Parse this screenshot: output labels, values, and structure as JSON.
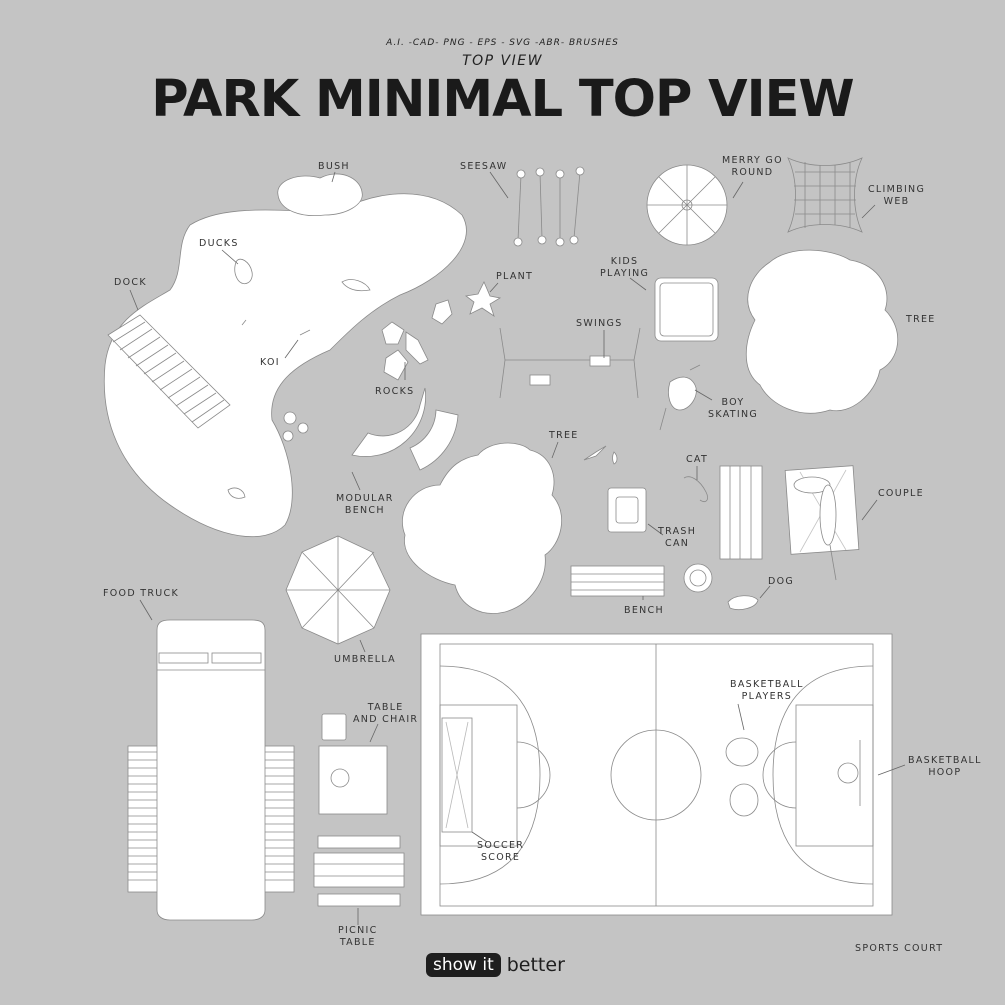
{
  "header": {
    "formats": "A.I. -CAD- PNG - EPS - SVG -ABR- BRUSHES",
    "subtitle": "TOP VIEW",
    "title": "PARK MINIMAL TOP VIEW"
  },
  "labels": {
    "bush": "BUSH",
    "seesaw": "SEESAW",
    "merry_go_round": [
      "MERRY GO",
      "ROUND"
    ],
    "climbing_web": [
      "CLIMBING",
      "WEB"
    ],
    "ducks": "DUCKS",
    "dock": "DOCK",
    "plant": "PLANT",
    "kids_playing": [
      "KIDS",
      "PLAYING"
    ],
    "tree_right": "TREE",
    "swings": "SWINGS",
    "koi": "KOI",
    "rocks": "ROCKS",
    "boy_skating": [
      "BOY",
      "SKATING"
    ],
    "tree_center": "TREE",
    "cat": "CAT",
    "couple": "COUPLE",
    "modular_bench": [
      "MODULAR",
      "BENCH"
    ],
    "trash_can": [
      "TRASH",
      "CAN"
    ],
    "dog": "DOG",
    "bench": "BENCH",
    "food_truck": "FOOD TRUCK",
    "umbrella": "UMBRELLA",
    "basketball_players": [
      "BASKETBALL",
      "PLAYERS"
    ],
    "table_and_chair": [
      "TABLE",
      "AND CHAIR"
    ],
    "basketball_hoop": [
      "BASKETBALL",
      "HOOP"
    ],
    "soccer_score": [
      "SOCCER",
      "SCORE"
    ],
    "picnic_table": [
      "PICNIC",
      "TABLE"
    ],
    "sports_court": "SPORTS COURT"
  },
  "brand": {
    "pill": "show it",
    "text": "better"
  },
  "colors": {
    "background": "#c4c4c4",
    "objects": "#ffffff",
    "lines": "#8a8a8a",
    "text": "#1a1a1a"
  }
}
